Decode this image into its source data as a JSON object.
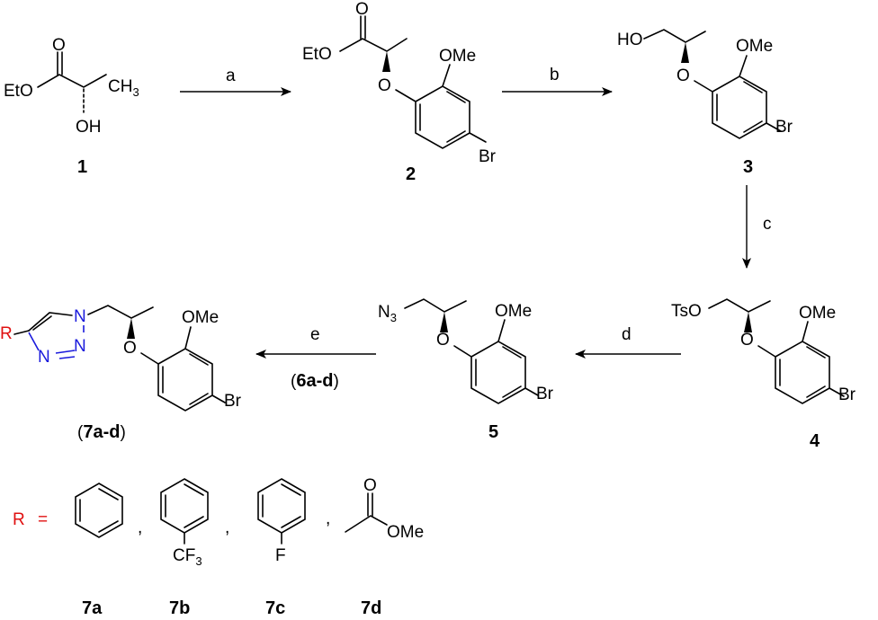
{
  "compounds": {
    "c1": {
      "number": "1",
      "ester": "EtO",
      "methyl": "CH",
      "methyl_sub": "3",
      "hydroxyl": "OH"
    },
    "c2": {
      "number": "2",
      "ester": "EtO",
      "methoxy": "OMe",
      "ether_o": "O",
      "bromo": "Br",
      "carbonyl_o": "O"
    },
    "c3": {
      "number": "3",
      "alcohol": "HO",
      "methoxy": "OMe",
      "ether_o": "O",
      "bromo": "Br"
    },
    "c4": {
      "number": "4",
      "tosylate": "TsO",
      "methoxy": "OMe",
      "ether_o": "O",
      "bromo": "Br"
    },
    "c5": {
      "number": "5",
      "azide": "N",
      "azide_sub": "3",
      "methoxy": "OMe",
      "ether_o": "O",
      "bromo": "Br"
    },
    "c7": {
      "label_pre": "(",
      "label_bold": "7a-d",
      "label_post": ")",
      "r": "R",
      "n1": "N",
      "n2": "N",
      "n3": "N",
      "methoxy": "OMe",
      "ether_o": "O",
      "bromo": "Br"
    }
  },
  "steps": {
    "a": "a",
    "b": "b",
    "c": "c",
    "d": "d",
    "e": "e",
    "e_reagent_pre": "(",
    "e_reagent_bold": "6a-d",
    "e_reagent_post": ")"
  },
  "r_groups": {
    "prefix": "R",
    "equals": "=",
    "separator": ",",
    "cf3": "CF",
    "cf3_sub": "3",
    "fluoro": "F",
    "ester_o": "O",
    "ester_ome": "OMe",
    "labels": [
      "7a",
      "7b",
      "7c",
      "7d"
    ]
  },
  "colors": {
    "heteroatom_blue": "#1a1adc",
    "r_group_red": "#e01010"
  }
}
